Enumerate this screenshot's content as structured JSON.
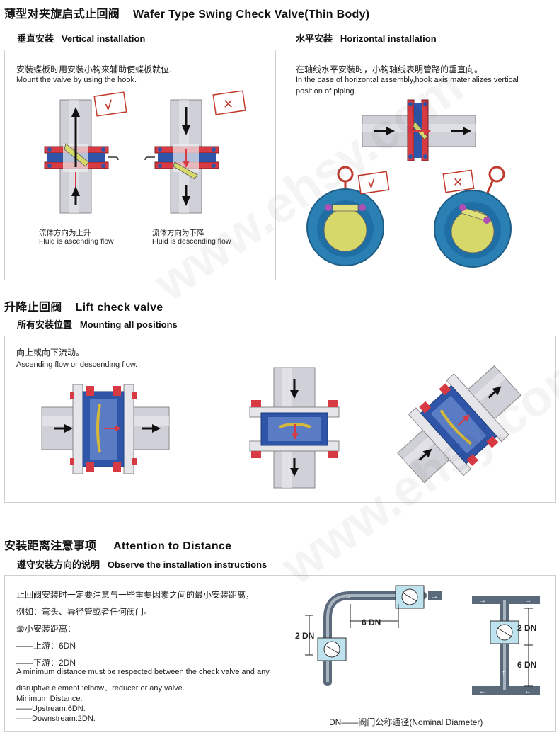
{
  "colors": {
    "flange": "#d83a44",
    "pipe": "#c9c9d2",
    "valve_blue": "#2f55a8",
    "arrow": "#111111",
    "disc": "#d6d96a",
    "wafer_outer": "#2a7fb3"
  },
  "section1": {
    "title_cn": "薄型对夹旋启式止回阀",
    "title_en": "Wafer Type Swing Check Valve(Thin Body)",
    "vertical": {
      "label_cn": "垂直安装",
      "label_en": "Vertical installation",
      "desc_cn": "安装蝶板时用安装小钩来辅助使蝶板就位.",
      "desc_en": "Mount the valve by using the hook.",
      "check_mark": "√",
      "cross_mark": "✕",
      "caption1_cn": "流体方向为上升",
      "caption1_en": "Fluid is ascending flow",
      "caption2_cn": "流体方向为下降",
      "caption2_en": "Fluid is descending flow"
    },
    "horizontal": {
      "label_cn": "水平安装",
      "label_en": "Horizontal installation",
      "desc_cn": "在轴线水平安装时，小钩轴线表明管路的垂直向。",
      "desc_en_1": "In the case of horizontal assembly,hook axis materializes vertical",
      "desc_en_2": "position of piping.",
      "check_mark": "√",
      "cross_mark": "✕"
    }
  },
  "section2": {
    "title_cn": "升降止回阀",
    "title_en": "Lift check valve",
    "sub_cn": "所有安装位置",
    "sub_en": "Mounting all positions",
    "desc_cn": "向上或向下流动。",
    "desc_en": "Ascending flow or descending flow."
  },
  "section3": {
    "title_cn": "安装距离注意事项",
    "title_en": "Attention to Distance",
    "sub_cn": "遵守安装方向的说明",
    "sub_en": "Observe the installation instructions",
    "lines_cn": [
      "止回阀安装时一定要注意与一些重要因素之间的最小安装距离，",
      "例如：弯头、异径管或者任何阀门。",
      "最小安装距离：",
      "——上游：6DN",
      "——下游：2DN"
    ],
    "lines_en": [
      "A minimum distance must be respected between the check valve and any",
      "disruptive element :elbow、reducer or any valve.",
      "Minimum Distance:",
      "——Upstream:6DN.",
      "——Downstream:2DN."
    ],
    "dim_2dn": "2 DN",
    "dim_6dn": "6 DN",
    "dn_note": "DN——阀门公称通径(Nominal Diameter)"
  },
  "watermark": "www.ehsy.com"
}
